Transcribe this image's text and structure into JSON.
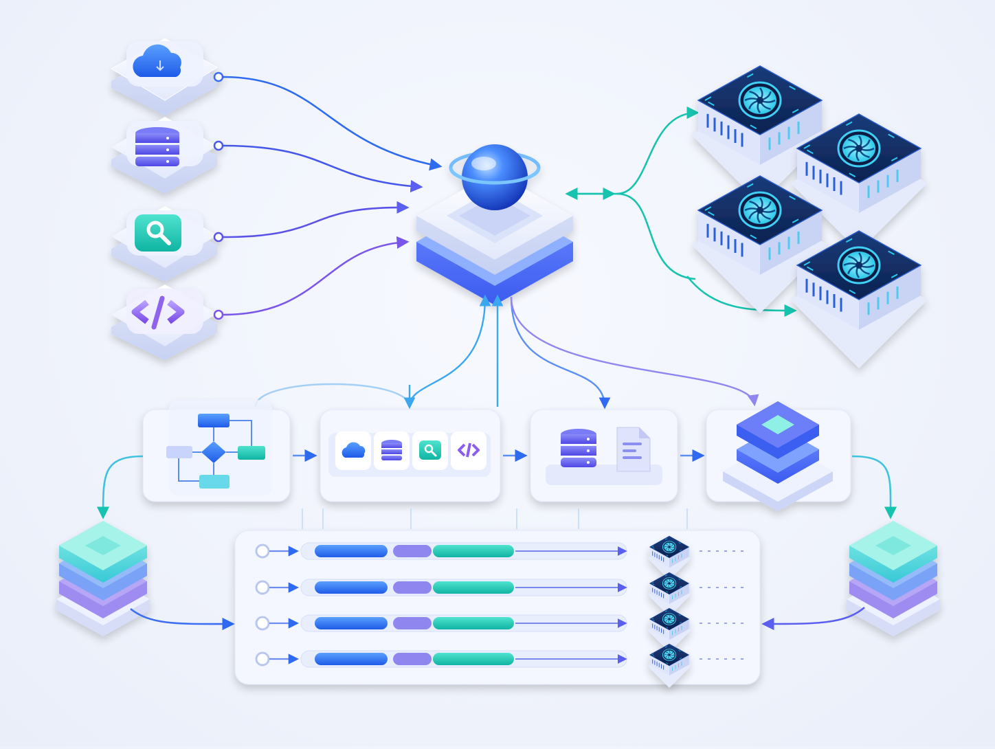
{
  "diagram": {
    "type": "isometric-architecture",
    "nodes": {
      "sources": [
        "cloud-icon",
        "database-icon",
        "search-icon",
        "code-icon"
      ],
      "hub": "orchestrator-sphere-icon",
      "gpu_cluster": [
        "gpu-server",
        "gpu-server",
        "gpu-server",
        "gpu-server"
      ],
      "pipeline": [
        "flowchart-icon",
        "tool-chips",
        "database-document",
        "stacked-layer"
      ],
      "lanes": 4
    },
    "colors": {
      "blue": "#2f6bf0",
      "indigo": "#6366f1",
      "violet": "#8b5cf6",
      "teal": "#14c4b0",
      "navy": "#0f2a57",
      "panel": "#f4f7ff"
    }
  }
}
